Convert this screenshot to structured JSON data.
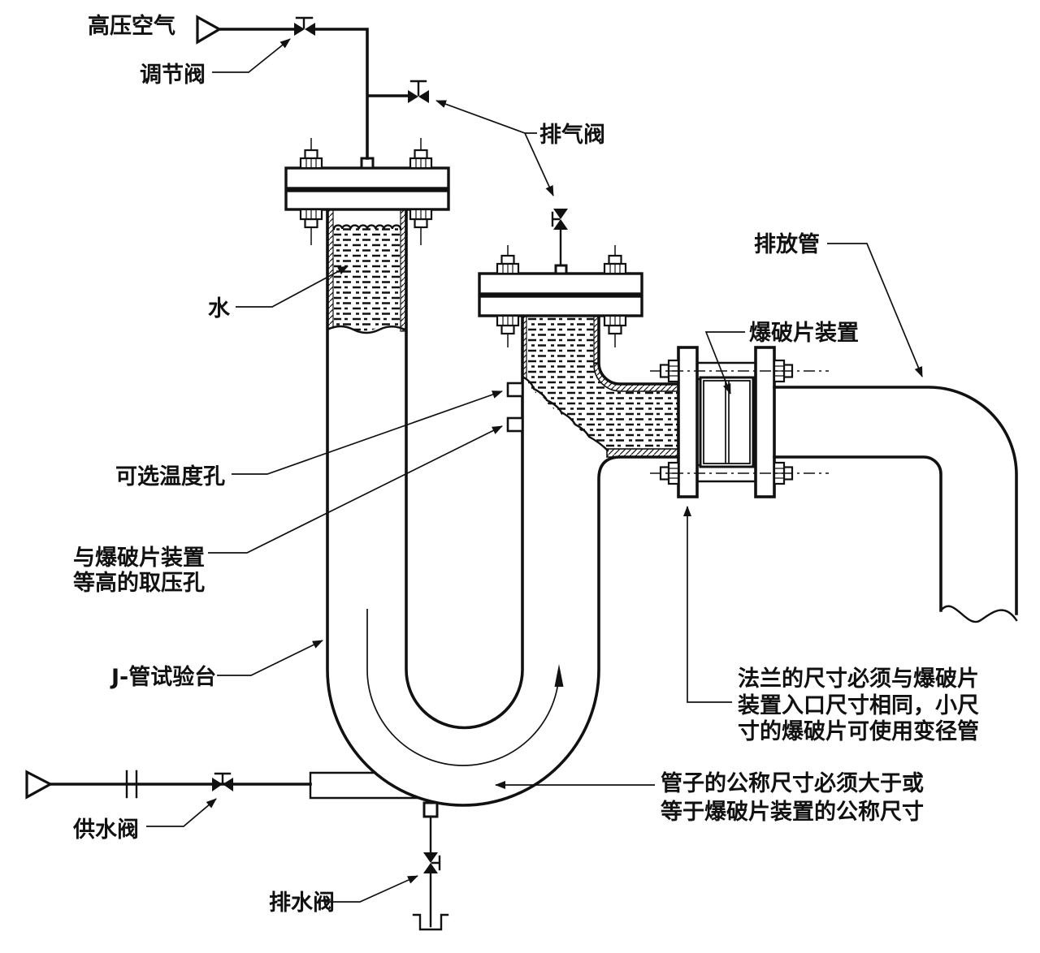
{
  "figure": {
    "background": "#ffffff",
    "ink": "#111111",
    "type": "technical-line-diagram",
    "subject": "J-tube rupture disc test bench piping diagram"
  },
  "labels": {
    "high_pressure_air": "高压空气",
    "regulating_valve": "调节阀",
    "exhaust_valve": "排气阀",
    "water": "水",
    "discharge_pipe": "排放管",
    "rupture_disc_device": "爆破片装置",
    "optional_temperature_hole": "可选温度孔",
    "pressure_tap_line1": "与爆破片装置",
    "pressure_tap_line2": "等高的取压孔",
    "j_tube_test_bench": "J-管试验台",
    "flange_note_line1": "法兰的尺寸必须与爆破片",
    "flange_note_line2": "装置入口尺寸相同，小尺",
    "flange_note_line3": "寸的爆破片可使用变径管",
    "pipe_note_line1": "管子的公称尺寸必须大于或",
    "pipe_note_line2": "等于爆破片装置的公称尺寸",
    "water_supply_valve": "供水阀",
    "drain_valve": "排水阀"
  }
}
